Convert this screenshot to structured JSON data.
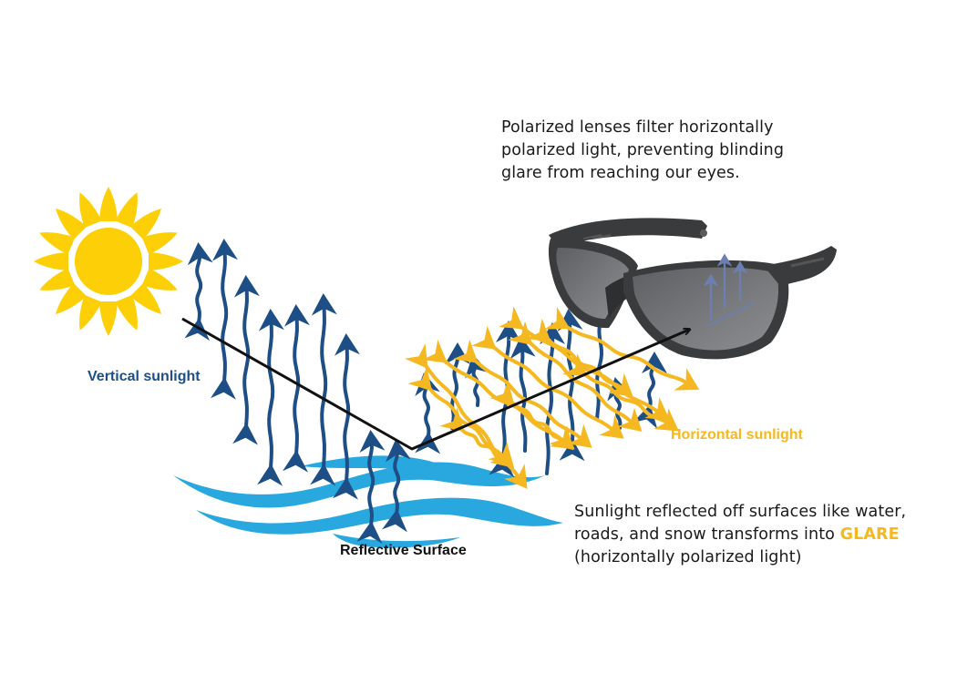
{
  "captions": {
    "top": "Polarized lenses filter horizontally polarized light, preventing blinding glare from reaching our eyes.",
    "bottom_pre": "Sunlight reflected off surfaces like water, roads, and snow transforms into",
    "bottom_glare": "GLARE",
    "bottom_post": "(horizontally polarized light)"
  },
  "labels": {
    "vertical": "Vertical sunlight",
    "horizontal": "Horizontal sunlight",
    "surface": "Reflective Surface"
  },
  "colors": {
    "sun": "#fccf06",
    "vertical_arrow": "#1d4f86",
    "horizontal_arrow": "#f6b820",
    "water": "#29a8e0",
    "frame": "#3a3b3d",
    "lens": "#6f7173"
  },
  "icons": [
    "sun-icon",
    "sunglasses-icon",
    "water-waves-icon"
  ]
}
